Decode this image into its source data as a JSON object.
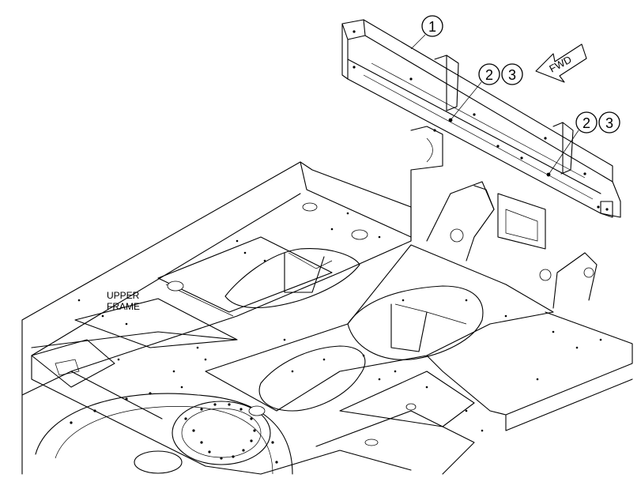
{
  "labels": {
    "upper_frame_line1": "UPPER",
    "upper_frame_line2": "FRAME",
    "fwd": "FWD"
  },
  "callouts": {
    "c1": "1",
    "c2a": "2",
    "c3a": "3",
    "c2b": "2",
    "c3b": "3"
  }
}
